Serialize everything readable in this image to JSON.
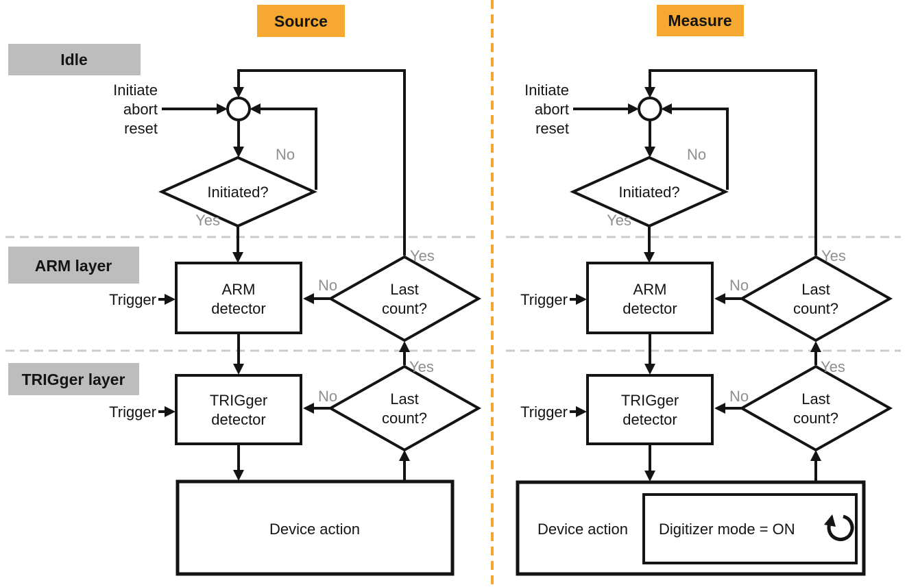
{
  "headers": {
    "source": "Source",
    "measure": "Measure"
  },
  "layer_labels": {
    "idle": "Idle",
    "arm": "ARM layer",
    "trigger": "TRIGger layer"
  },
  "labels": {
    "initiate": "Initiate",
    "abort": "abort",
    "reset": "reset",
    "initiated": "Initiated?",
    "yes": "Yes",
    "no": "No",
    "trigger": "Trigger",
    "arm": "ARM",
    "trigger_caps": "TRIGger",
    "detector": "detector",
    "last": "Last",
    "count": "count?",
    "device_action": "Device action",
    "digitizer_mode": "Digitizer mode = ON"
  },
  "icons": {
    "repeat_loop": "counterclockwise-loop-arrow"
  },
  "colors": {
    "line": "#141414",
    "text": "#141414",
    "muted": "#8f8f8f",
    "header_bg": "#f7a832",
    "layer_bg": "#bdbdbd",
    "separator": "#cbcbcb",
    "divider": "#f6a62b",
    "node_fill": "#ffffff",
    "background": "#ffffff"
  }
}
